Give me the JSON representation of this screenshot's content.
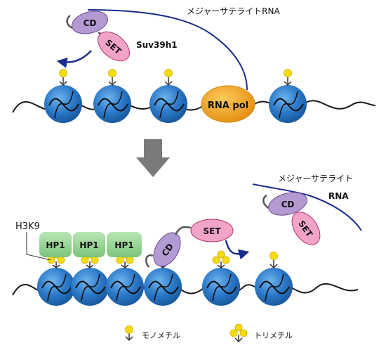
{
  "top_panel": {
    "rna_label": "メジャーサテライトRNA",
    "cd_label": "CD",
    "set_label": "SET",
    "enzyme_label": "Suv39h1",
    "pol_label": "RNA pol"
  },
  "bottom_panel": {
    "rna_label_line1": "メジャーサテライト",
    "rna_label_line2": "RNA",
    "cd_label": "CD",
    "set_label": "SET",
    "h3k9_label": "H3K9",
    "hp1_label_1": "HP1",
    "hp1_label_2": "HP1",
    "hp1_label_3": "HP1",
    "cd2_label": "CD",
    "set2_label": "SET"
  },
  "legend": {
    "mono_label": "モノメチル",
    "tri_label": "トリメチル"
  },
  "colors": {
    "nucleosome": "#2a78c8",
    "rna": "#1a2c8c",
    "cd": "#b49ad2",
    "set": "#f2a4c8",
    "pol": "#f0a020",
    "hp1": "#8fd18f",
    "methyl": "#f5dc10",
    "arrow": "#7a7a7a"
  }
}
